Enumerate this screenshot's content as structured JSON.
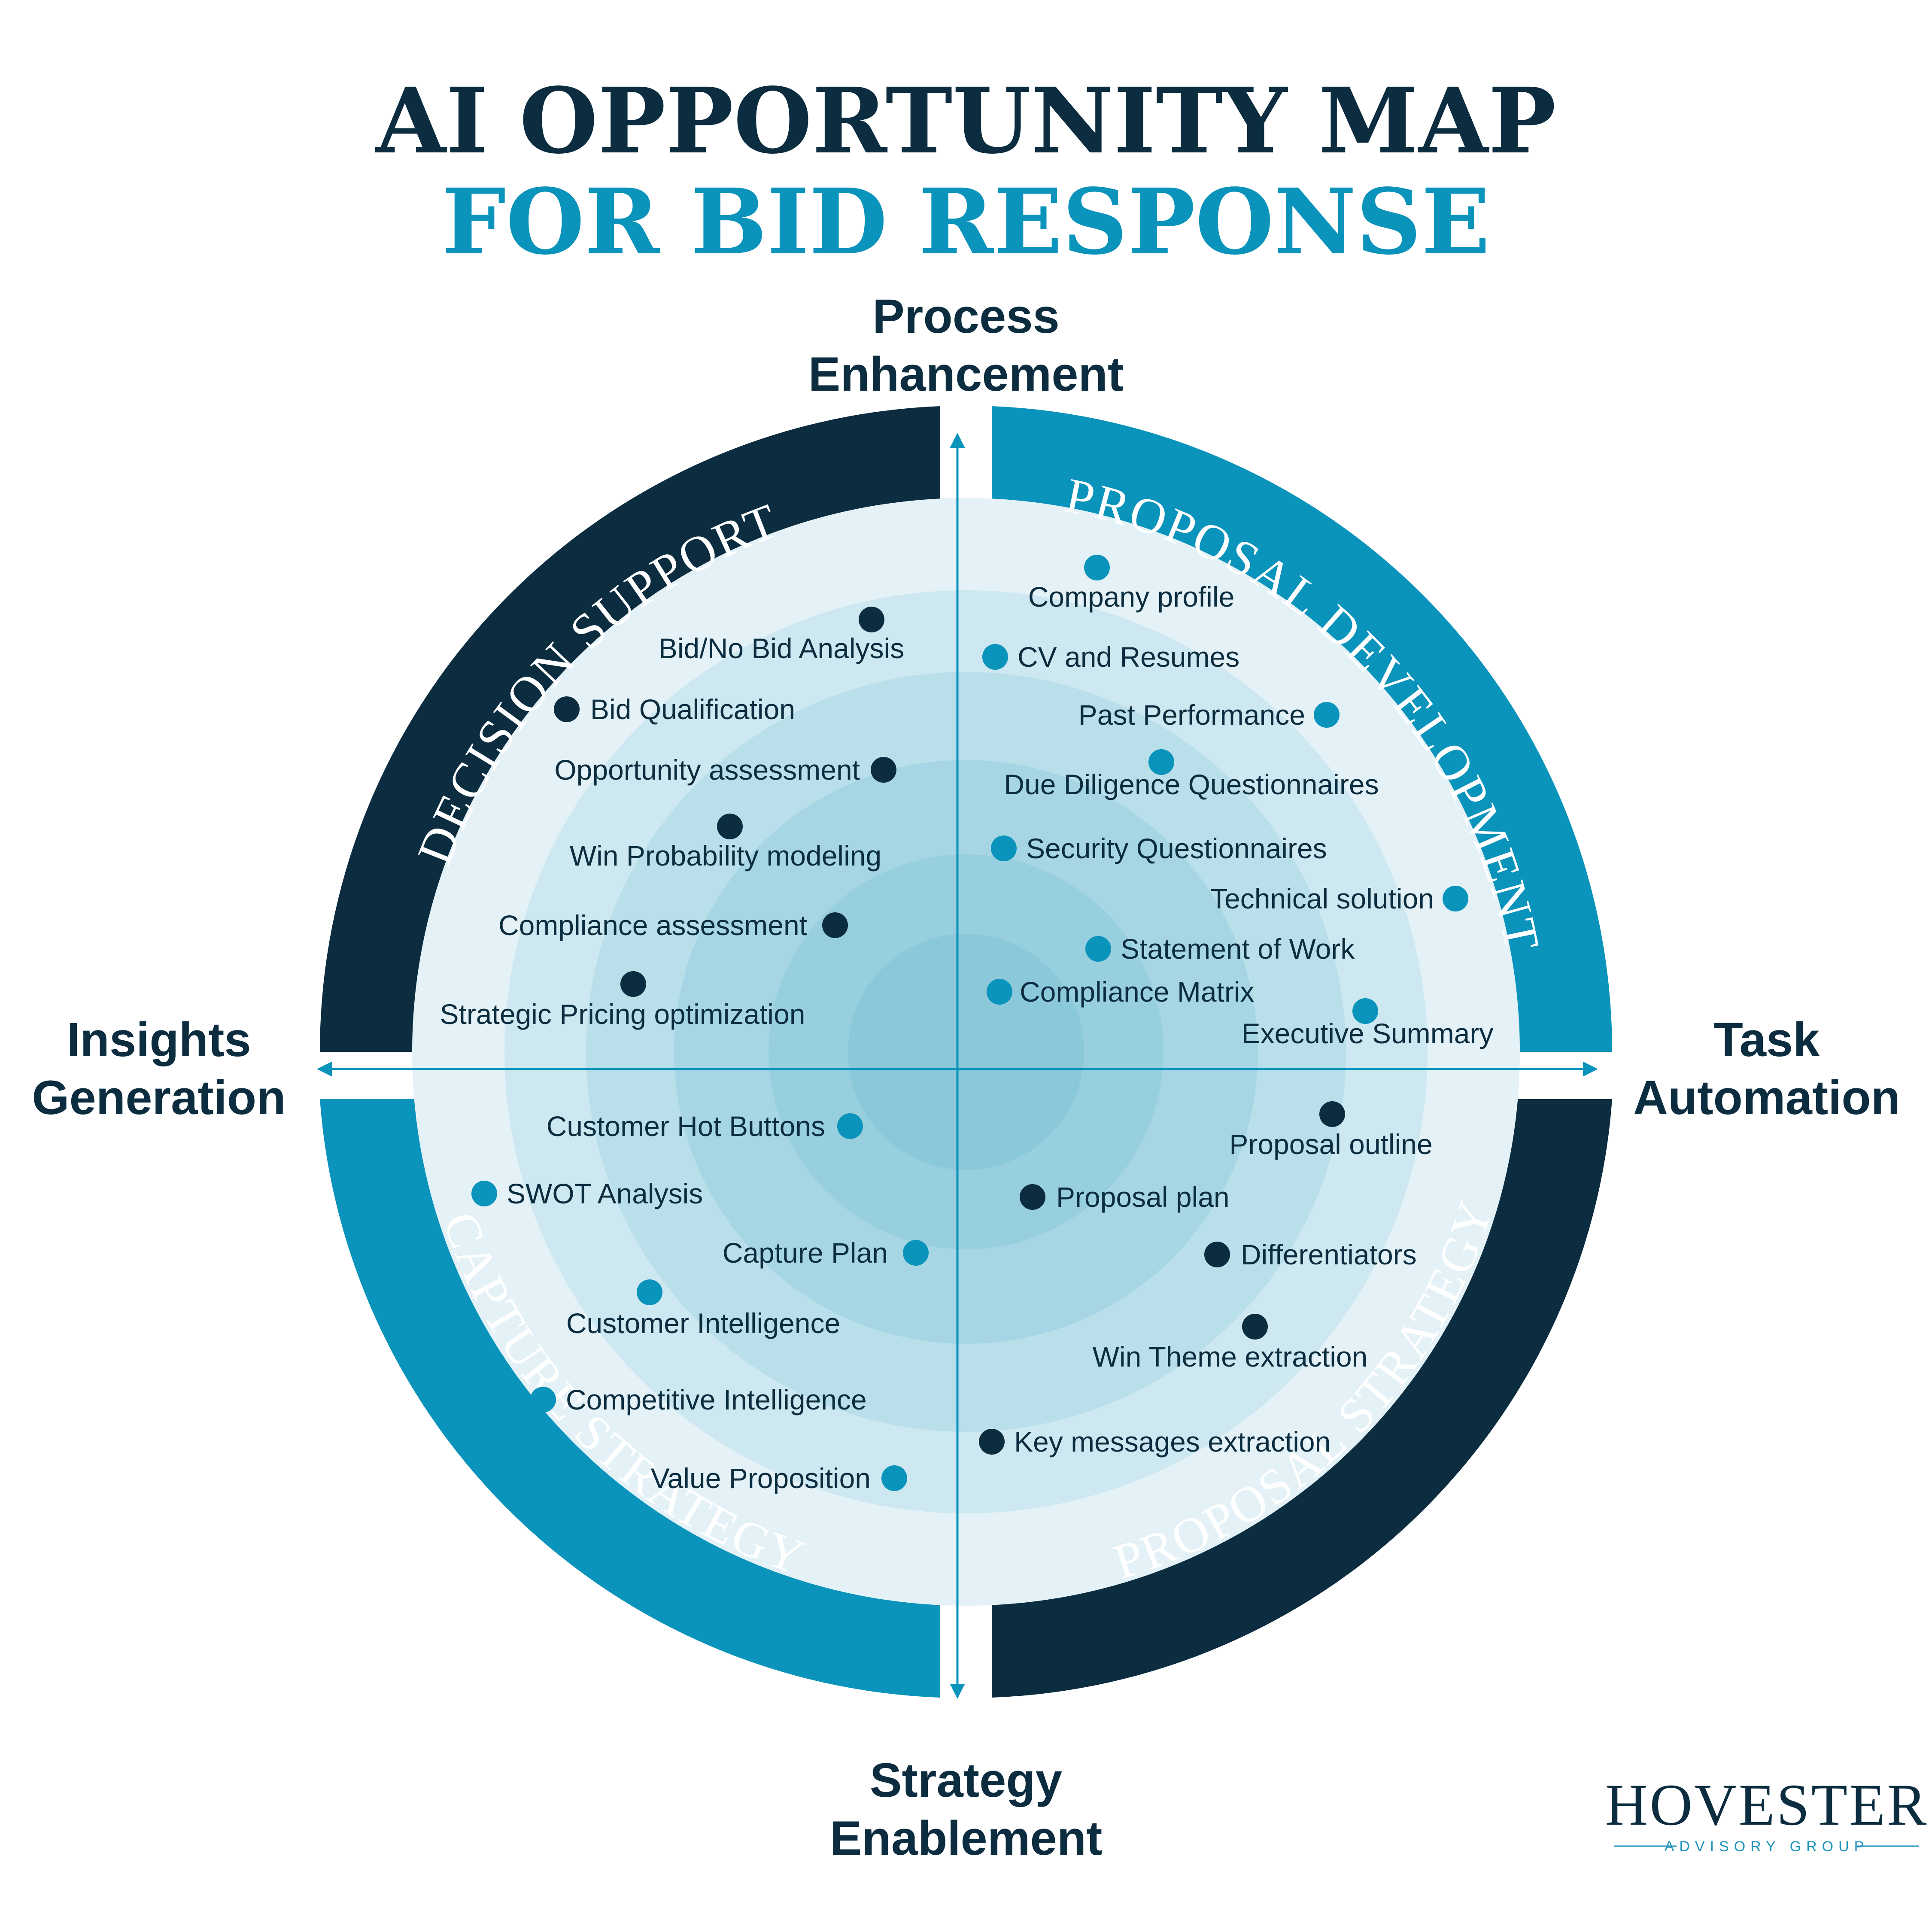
{
  "title": {
    "line1": "AI OPPORTUNITY MAP",
    "line2": "FOR BID RESPONSE"
  },
  "colors": {
    "navy": "#0c2d40",
    "teal": "#0a93bb",
    "ring_light": "#e4f2f7",
    "ring_dark": "#8ac8da"
  },
  "axes": {
    "top": [
      "Process",
      "Enhancement"
    ],
    "bottom": [
      "Strategy",
      "Enablement"
    ],
    "left": [
      "Insights",
      "Generation"
    ],
    "right": [
      "Task",
      "Automation"
    ]
  },
  "quadrants": {
    "top_left": "DECISION SUPPORT",
    "top_right": "PROPOSAL DEVELOPMENT",
    "bottom_left": "CAPTURE STRATEGY",
    "bottom_right": "PROPOSAL STRATEGY"
  },
  "items": [
    {
      "label": "Company profile",
      "color": "teal"
    },
    {
      "label": "CV and Resumes",
      "color": "teal"
    },
    {
      "label": "Past Performance",
      "color": "teal"
    },
    {
      "label": "Due Diligence Questionnaires",
      "color": "teal"
    },
    {
      "label": "Security Questionnaires",
      "color": "teal"
    },
    {
      "label": "Technical solution",
      "color": "teal"
    },
    {
      "label": "Statement of Work",
      "color": "teal"
    },
    {
      "label": "Compliance Matrix",
      "color": "teal"
    },
    {
      "label": "Executive Summary",
      "color": "teal"
    },
    {
      "label": "Bid/No Bid Analysis",
      "color": "navy"
    },
    {
      "label": "Bid Qualification",
      "color": "navy"
    },
    {
      "label": "Opportunity assessment",
      "color": "navy"
    },
    {
      "label": "Win Probability modeling",
      "color": "navy"
    },
    {
      "label": "Compliance assessment",
      "color": "navy"
    },
    {
      "label": "Strategic Pricing optimization",
      "color": "navy"
    },
    {
      "label": "Customer Hot Buttons",
      "color": "teal"
    },
    {
      "label": "SWOT Analysis",
      "color": "teal"
    },
    {
      "label": "Capture Plan",
      "color": "teal"
    },
    {
      "label": "Customer Intelligence",
      "color": "teal"
    },
    {
      "label": "Competitive Intelligence",
      "color": "teal"
    },
    {
      "label": "Value Proposition",
      "color": "teal"
    },
    {
      "label": "Proposal outline",
      "color": "navy"
    },
    {
      "label": "Proposal plan",
      "color": "navy"
    },
    {
      "label": "Differentiators",
      "color": "navy"
    },
    {
      "label": "Win Theme extraction",
      "color": "navy"
    },
    {
      "label": "Key messages extraction",
      "color": "navy"
    }
  ],
  "logo": {
    "name": "HOVESTER",
    "subtitle": "ADVISORY GROUP"
  }
}
